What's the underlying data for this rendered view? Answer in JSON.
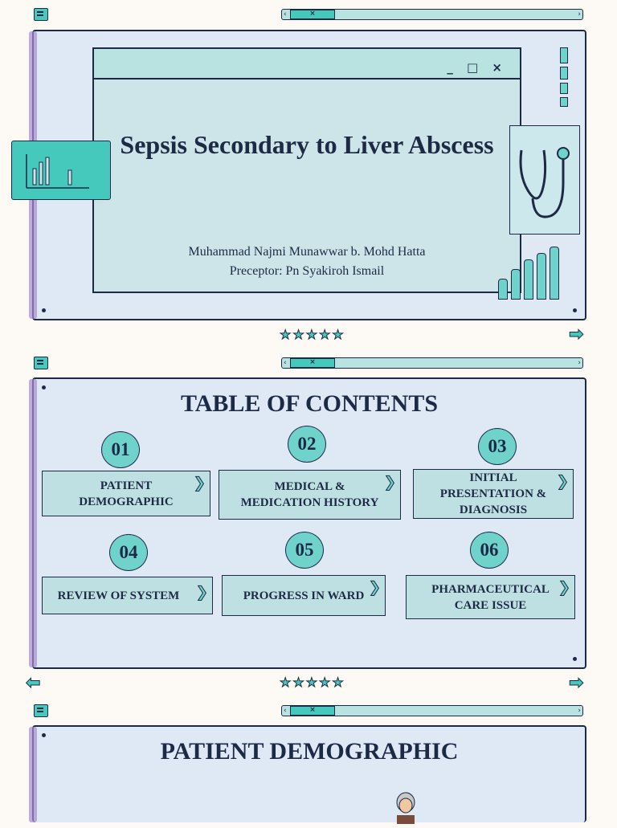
{
  "slide1": {
    "title": "Sepsis Secondary to Liver Abscess",
    "author": "Muhammad  Najmi  Munawwar b. Mohd Hatta",
    "preceptor": "Preceptor: Pn Syakiroh Ismail",
    "window_controls": "_ □ ×"
  },
  "toc": {
    "title": "TABLE OF CONTENTS",
    "items": [
      {
        "num": "01",
        "label": "PATIENT DEMOGRAPHIC"
      },
      {
        "num": "02",
        "label": "MEDICAL & MEDICATION HISTORY"
      },
      {
        "num": "03",
        "label": "INITIAL PRESENTATION & DIAGNOSIS"
      },
      {
        "num": "04",
        "label": "REVIEW OF SYSTEM"
      },
      {
        "num": "05",
        "label": "PROGRESS IN WARD"
      },
      {
        "num": "06",
        "label": "PHARMACEUTICAL CARE ISSUE"
      }
    ]
  },
  "slide3": {
    "title": "PATIENT DEMOGRAPHIC"
  },
  "scrollbar": {
    "close_glyph": "×",
    "left_glyph": "‹",
    "right_glyph": "›"
  },
  "nav": {
    "stars": "★★★★★",
    "next": "➡",
    "prev": "⬅"
  },
  "icons": [
    "menu-icon",
    "bar-chart-icon",
    "stethoscope-icon",
    "star-icon",
    "arrow-right-icon",
    "arrow-left-icon",
    "chevron-right-icon",
    "doctor-avatar"
  ],
  "colors": {
    "teal": "#45c9bd",
    "navy": "#1d2a46",
    "slide_bg": "#dfe9f5",
    "purple": "#a78bd0"
  }
}
